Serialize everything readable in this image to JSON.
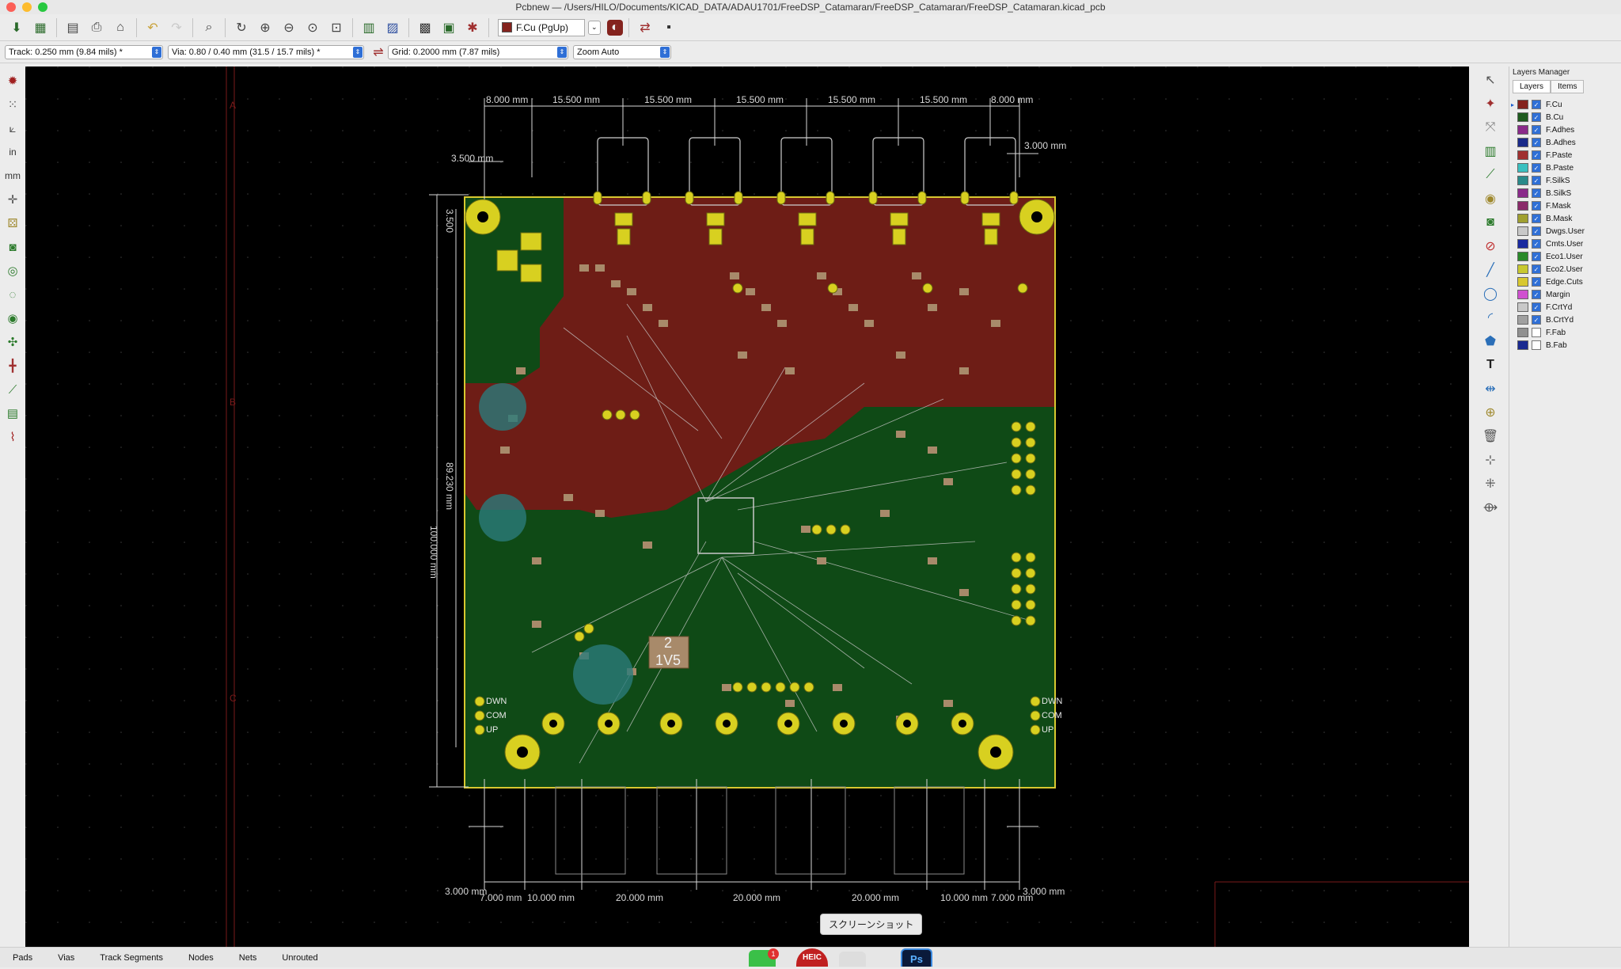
{
  "window": {
    "title": "Pcbnew — /Users/HILO/Documents/KICAD_DATA/ADAU1701/FreeDSP_Catamaran/FreeDSP_Catamaran/FreeDSP_Catamaran.kicad_pcb"
  },
  "toolbar": {
    "active_layer": "F.Cu (PgUp)"
  },
  "toolbar2": {
    "track": "Track: 0.250 mm (9.84 mils) *",
    "via": "Via: 0.80 / 0.40 mm (31.5 / 15.7 mils) *",
    "grid": "Grid: 0.2000 mm (7.87 mils)",
    "zoom": "Zoom Auto"
  },
  "board": {
    "top_dims": [
      "8.000 mm",
      "15.500 mm",
      "15.500 mm",
      "15.500 mm",
      "15.500 mm",
      "15.500 mm",
      "8.000 mm"
    ],
    "bottom_dims": [
      "7.000 mm",
      "10.000 mm",
      "20.000 mm",
      "20.000 mm",
      "20.000 mm",
      "10.000 mm",
      "7.000 mm"
    ],
    "dim_3500_top": "3.500 mm",
    "dim_3500_left": "3.500",
    "dim_3000_top": "3.000 mm",
    "dim_3000_left_bottom": "3.000 mm",
    "dim_3000_right_bottom": "3.000 mm",
    "dim_height": "100.000 mm",
    "dim_inner_height": "89.230 mm",
    "chip_label_1": "2",
    "chip_label_2": "1V5",
    "dwn_left": "DWN",
    "com_left": "COM",
    "up_left": "UP",
    "dwn_right": "DWN",
    "com_right": "COM",
    "up_right": "UP",
    "sheet_a": "A",
    "sheet_b": "B",
    "sheet_c": "C"
  },
  "layers_panel": {
    "title": "Layers Manager",
    "tab_layers": "Layers",
    "tab_items": "Items",
    "layers": [
      {
        "name": "F.Cu",
        "color": "#84231e",
        "checked": true
      },
      {
        "name": "B.Cu",
        "color": "#1e5a1e",
        "checked": true
      },
      {
        "name": "F.Adhes",
        "color": "#8a2a8a",
        "checked": true
      },
      {
        "name": "B.Adhes",
        "color": "#1a2a8a",
        "checked": true
      },
      {
        "name": "F.Paste",
        "color": "#a03030",
        "checked": true
      },
      {
        "name": "B.Paste",
        "color": "#3ac0c0",
        "checked": true
      },
      {
        "name": "F.SilkS",
        "color": "#2a8a8a",
        "checked": true
      },
      {
        "name": "B.SilkS",
        "color": "#8a2a8a",
        "checked": true
      },
      {
        "name": "F.Mask",
        "color": "#8a2a6a",
        "checked": true
      },
      {
        "name": "B.Mask",
        "color": "#a0a030",
        "checked": true
      },
      {
        "name": "Dwgs.User",
        "color": "#c8c8c8",
        "checked": true
      },
      {
        "name": "Cmts.User",
        "color": "#1a2aa0",
        "checked": true
      },
      {
        "name": "Eco1.User",
        "color": "#2a8a2a",
        "checked": true
      },
      {
        "name": "Eco2.User",
        "color": "#c8c830",
        "checked": true
      },
      {
        "name": "Edge.Cuts",
        "color": "#d8c830",
        "checked": true
      },
      {
        "name": "Margin",
        "color": "#d050d0",
        "checked": true
      },
      {
        "name": "F.CrtYd",
        "color": "#c8c8c8",
        "checked": true
      },
      {
        "name": "B.CrtYd",
        "color": "#a0a0a0",
        "checked": true
      },
      {
        "name": "F.Fab",
        "color": "#909090",
        "checked": false
      },
      {
        "name": "B.Fab",
        "color": "#1a2a90",
        "checked": false
      }
    ]
  },
  "statusbar": {
    "pads": "Pads",
    "vias": "Vias",
    "track_segments": "Track Segments",
    "nodes": "Nodes",
    "nets": "Nets",
    "unrouted": "Unrouted"
  },
  "tooltip": "スクリーンショット",
  "dock": {
    "badge": "1",
    "heic": "HEIC",
    "ps": "Ps"
  }
}
